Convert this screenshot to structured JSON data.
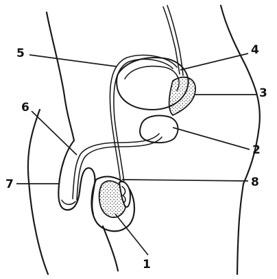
{
  "diagram": {
    "labels": {
      "l1": "1",
      "l2": "2",
      "l3": "3",
      "l4": "4",
      "l5": "5",
      "l6": "6",
      "l7": "7",
      "l8": "8"
    },
    "colors": {
      "ink": "#1a1a1a",
      "background": "#ffffff"
    }
  }
}
